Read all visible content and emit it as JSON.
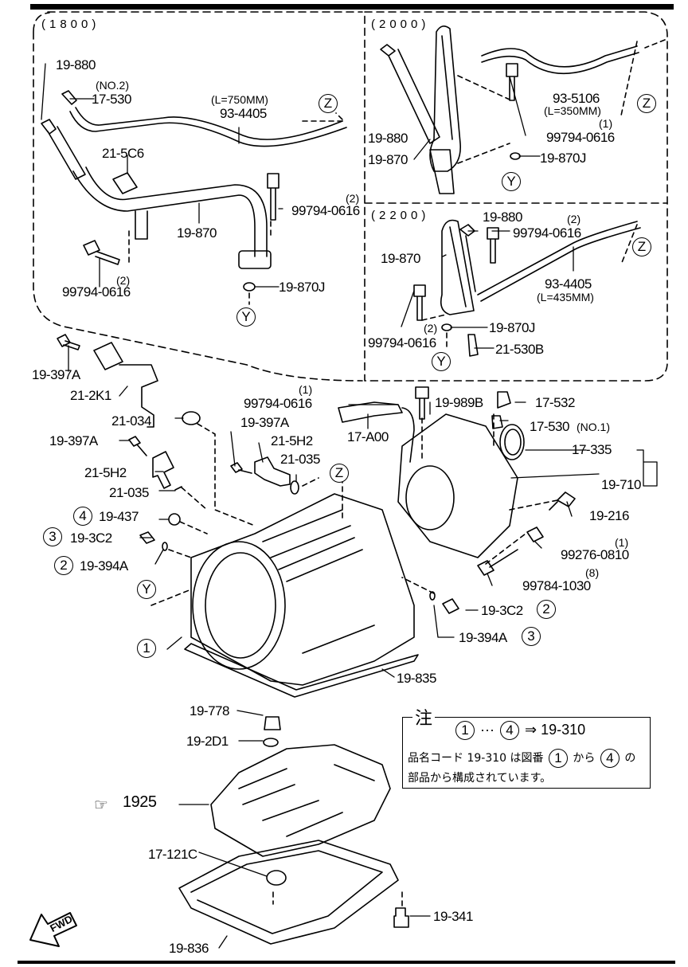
{
  "diagram": {
    "type": "exploded-parts-diagram",
    "subject": "automatic transmission case & oil pan"
  },
  "sections": {
    "s1800": {
      "tag": "(1800)",
      "labels": {
        "dipstick": "19-880",
        "plug_no": "(NO.2)",
        "plug": "17-530",
        "hose_len": "(L=750MM)",
        "hose": "93-4405",
        "clip": "21-5C6",
        "tube": "19-870",
        "bolt_qty_r": "(2)",
        "bolt_r": "99794-0616",
        "bolt_qty_l": "(2)",
        "bolt_l": "99794-0616",
        "oring": "19-870J",
        "ref_z": "Z",
        "ref_y": "Y"
      }
    },
    "s2000": {
      "tag": "(2000)",
      "labels": {
        "dipstick": "19-880",
        "tube": "19-870",
        "hose": "93-5106",
        "hose_len": "(L=350MM)",
        "bolt_qty": "(1)",
        "bolt": "99794-0616",
        "oring": "19-870J",
        "ref_z": "Z",
        "ref_y": "Y"
      }
    },
    "s2200": {
      "tag": "(2200)",
      "labels": {
        "dipstick": "19-880",
        "bolt_qty_top": "(2)",
        "bolt_top": "99794-0616",
        "tube": "19-870",
        "hose": "93-4405",
        "hose_len": "(L=435MM)",
        "bolt_qty_l": "(2)",
        "bolt_l": "99794-0616",
        "oring": "19-870J",
        "plug": "21-530B",
        "ref_z": "Z",
        "ref_y": "Y"
      }
    }
  },
  "main": {
    "labels": {
      "bolt_a": "19-397A",
      "sensor_harness": "21-2K1",
      "oring_034": "21-034",
      "bolt_b": "19-397A",
      "sensor_l": "21-5H2",
      "oring_035_l": "21-035",
      "bolt_c": "19-397A",
      "sensor_r": "21-5H2",
      "oring_035_r": "21-035",
      "bolt_d_qty": "(1)",
      "bolt_d": "99794-0616",
      "vss": "17-A00",
      "bracket": "19-989B",
      "plug_532": "17-532",
      "plug_530": "17-530",
      "plug_530_no": "(NO.1)",
      "seal": "17-335",
      "ext_housing": "19-710",
      "bolt_216": "19-216",
      "clamp_qty": "(1)",
      "clamp": "99276-0810",
      "bolt_1030_qty": "(8)",
      "bolt_1030": "99784-1030",
      "plug_3c2_r": "19-3C2",
      "washer_394_r": "19-394A",
      "washer_437": "19-437",
      "plug_3c2_l": "19-3C2",
      "washer_394_l": "19-394A",
      "gasket": "19-835",
      "pipe_778": "19-778",
      "oring_2d1": "19-2D1",
      "valve_body_ref": "1925",
      "strainer": "17-121C",
      "oil_pan": "19-836",
      "drain_plug": "19-341",
      "fwd": "FWD",
      "ref_z": "Z",
      "ref_y": "Y",
      "idx1": "1",
      "idx2": "2",
      "idx3": "3",
      "idx4": "4"
    }
  },
  "note": {
    "title": "注",
    "formula_prefix_1": "1",
    "formula_dots": "···",
    "formula_prefix_4": "4",
    "formula_result": "⇒ 19-310",
    "line2_a": "品名コード 19-310 は図番",
    "line2_c1": "1",
    "line2_b": "から",
    "line2_c4": "4",
    "line2_c": "の",
    "line3": "部品から構成されています。"
  }
}
